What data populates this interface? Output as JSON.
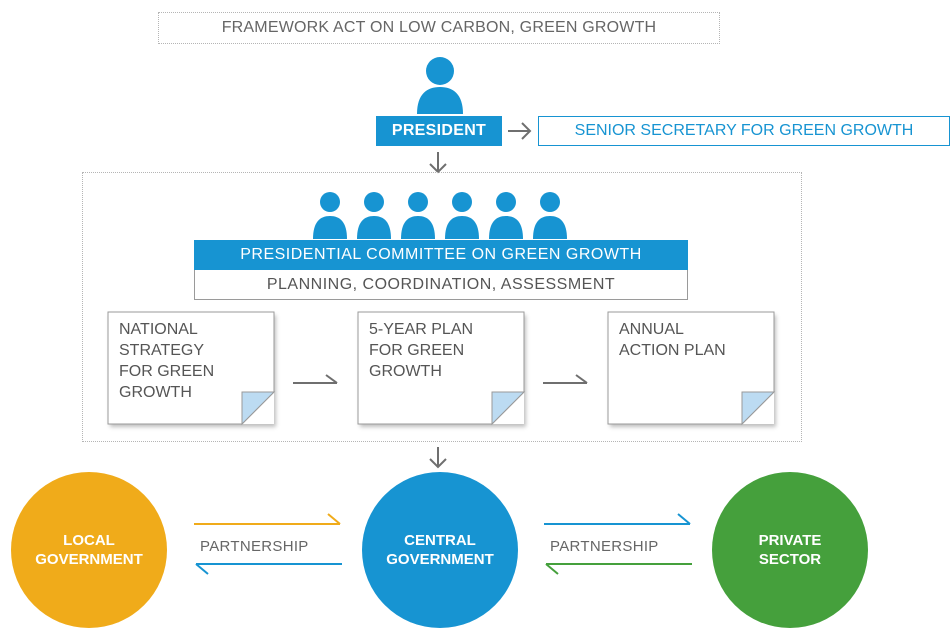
{
  "framework": "FRAMEWORK ACT ON LOW CARBON, GREEN GROWTH",
  "president": "PRESIDENT",
  "senior_secretary": "SENIOR SECRETARY FOR GREEN GROWTH",
  "committee": "PRESIDENTIAL COMMITTEE ON GREEN GROWTH",
  "planning": "PLANNING, COORDINATION, ASSESSMENT",
  "documents": [
    "NATIONAL\nSTRATEGY\nFOR GREEN\nGROWTH",
    "5-YEAR PLAN\nFOR GREEN\nGROWTH",
    "ANNUAL\nACTION PLAN"
  ],
  "bodies": {
    "local": "LOCAL\nGOVERNMENT",
    "central": "CENTRAL\nGOVERNMENT",
    "private": "PRIVATE\nSECTOR"
  },
  "partnership_left": "PARTNERSHIP",
  "partnership_right": "PARTNERSHIP",
  "colors": {
    "blue": "#1794d2",
    "orange": "#f0ab1a",
    "green": "#45a03c",
    "gray": "#6f6f6f",
    "fold": "#bcdbf2"
  }
}
